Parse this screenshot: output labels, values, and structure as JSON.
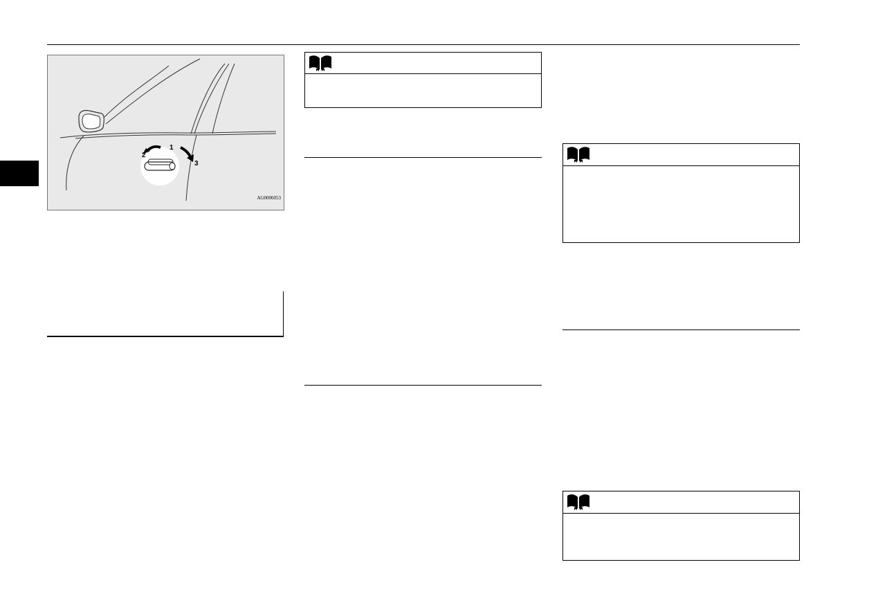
{
  "figure": {
    "code": "AG0006053",
    "step_labels": [
      "1",
      "2",
      "3"
    ]
  },
  "icons": {
    "note": "open-book-icon"
  },
  "colors": {
    "figure_background": "#e9e9e9",
    "ink": "#000000"
  }
}
